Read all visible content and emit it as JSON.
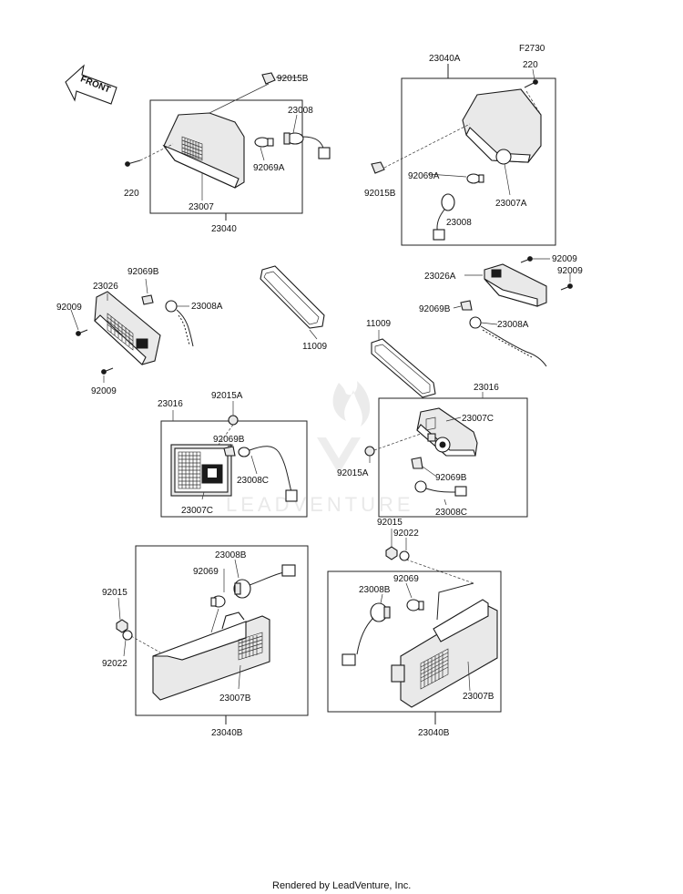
{
  "diagram": {
    "ref_code": "F2730",
    "front_label": "FRONT",
    "footer": "Rendered by LeadVenture, Inc.",
    "watermark": "LEADVENTURE",
    "labels": {
      "p92015B_a": "92015B",
      "p23008_a": "23008",
      "p92069A_a": "92069A",
      "p220_a": "220",
      "p23007": "23007",
      "p23040": "23040",
      "p23040A": "23040A",
      "p220_b": "220",
      "p92069A_b": "92069A",
      "p92015B_b": "92015B",
      "p23007A": "23007A",
      "p23008_b": "23008",
      "p92069B_a": "92069B",
      "p23026": "23026",
      "p92009_a": "92009",
      "p23008A_a": "23008A",
      "p92009_b": "92009",
      "p11009_a": "11009",
      "p11009_b": "11009",
      "p92009_c": "92009",
      "p23026A": "23026A",
      "p92009_d": "92009",
      "p92069B_b": "92069B",
      "p23008A_b": "23008A",
      "p23016_a": "23016",
      "p92015A_a": "92015A",
      "p92069B_c": "92069B",
      "p23008C_a": "23008C",
      "p23007C_a": "23007C",
      "p23016_b": "23016",
      "p23007C_b": "23007C",
      "p92015A_b": "92015A",
      "p92069B_d": "92069B",
      "p23008C_b": "23008C",
      "p92015_a": "92015",
      "p92022_a": "92022",
      "p23008B_a": "23008B",
      "p92069_a": "92069",
      "p92015_b": "92015",
      "p92022_b": "92022",
      "p23007B_a": "23007B",
      "p23040B_a": "23040B",
      "p23008B_b": "23008B",
      "p92069_b": "92069",
      "p23007B_b": "23007B",
      "p23040B_b": "23040B"
    }
  }
}
